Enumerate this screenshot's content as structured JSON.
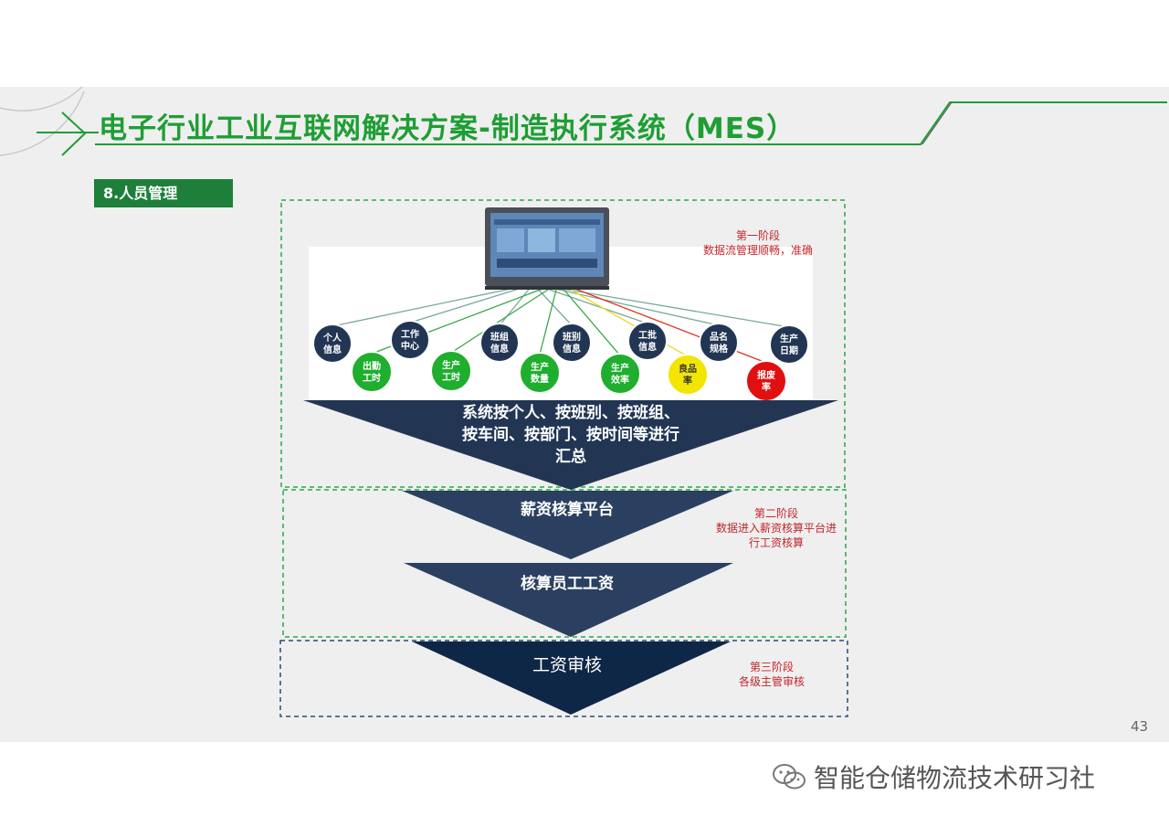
{
  "title": "电子行业工业互联网解决方案-制造执行系统（MES）",
  "section": "8.人员管理",
  "stages": [
    {
      "label": "第一阶段",
      "desc_lines": [
        "数据流管理顺畅，准确"
      ]
    },
    {
      "label": "第二阶段",
      "desc_lines": [
        "数据进入薪资核算平台进",
        "行工资核算"
      ]
    },
    {
      "label": "第三阶段",
      "desc_lines": [
        "各级主管审核"
      ]
    }
  ],
  "nodes_top": [
    {
      "lines": [
        "个人",
        "信息"
      ]
    },
    {
      "lines": [
        "工作",
        "中心"
      ]
    },
    {
      "lines": [
        "班组",
        "信息"
      ]
    },
    {
      "lines": [
        "班别",
        "信息"
      ]
    },
    {
      "lines": [
        "工批",
        "信息"
      ]
    },
    {
      "lines": [
        "品名",
        "规格"
      ]
    },
    {
      "lines": [
        "生产",
        "日期"
      ]
    }
  ],
  "nodes_bottom": [
    {
      "lines": [
        "出勤",
        "工时"
      ],
      "color": "#1fae2d"
    },
    {
      "lines": [
        "生产",
        "工时"
      ],
      "color": "#1fae2d"
    },
    {
      "lines": [
        "生产",
        "数量"
      ],
      "color": "#1fae2d"
    },
    {
      "lines": [
        "生产",
        "效率"
      ],
      "color": "#1fae2d"
    },
    {
      "lines": [
        "良品",
        "率"
      ],
      "color": "#f2e600"
    },
    {
      "lines": [
        "报废",
        "率"
      ],
      "color": "#e01010"
    }
  ],
  "funnel": {
    "summary_lines": [
      "系统按个人、按班别、按班组、",
      "按车间、按部门、按时间等进行",
      "汇总"
    ],
    "step2": "薪资核算平台",
    "step3": "核算员工工资",
    "step4": "工资审核"
  },
  "page_number": "43",
  "footer": "智能仓储物流技术研习社",
  "colors": {
    "title_green": "#1e9e34",
    "tag_green": "#1e7f3a",
    "funnel_dark": "#223654",
    "note_red": "#c2262a"
  }
}
